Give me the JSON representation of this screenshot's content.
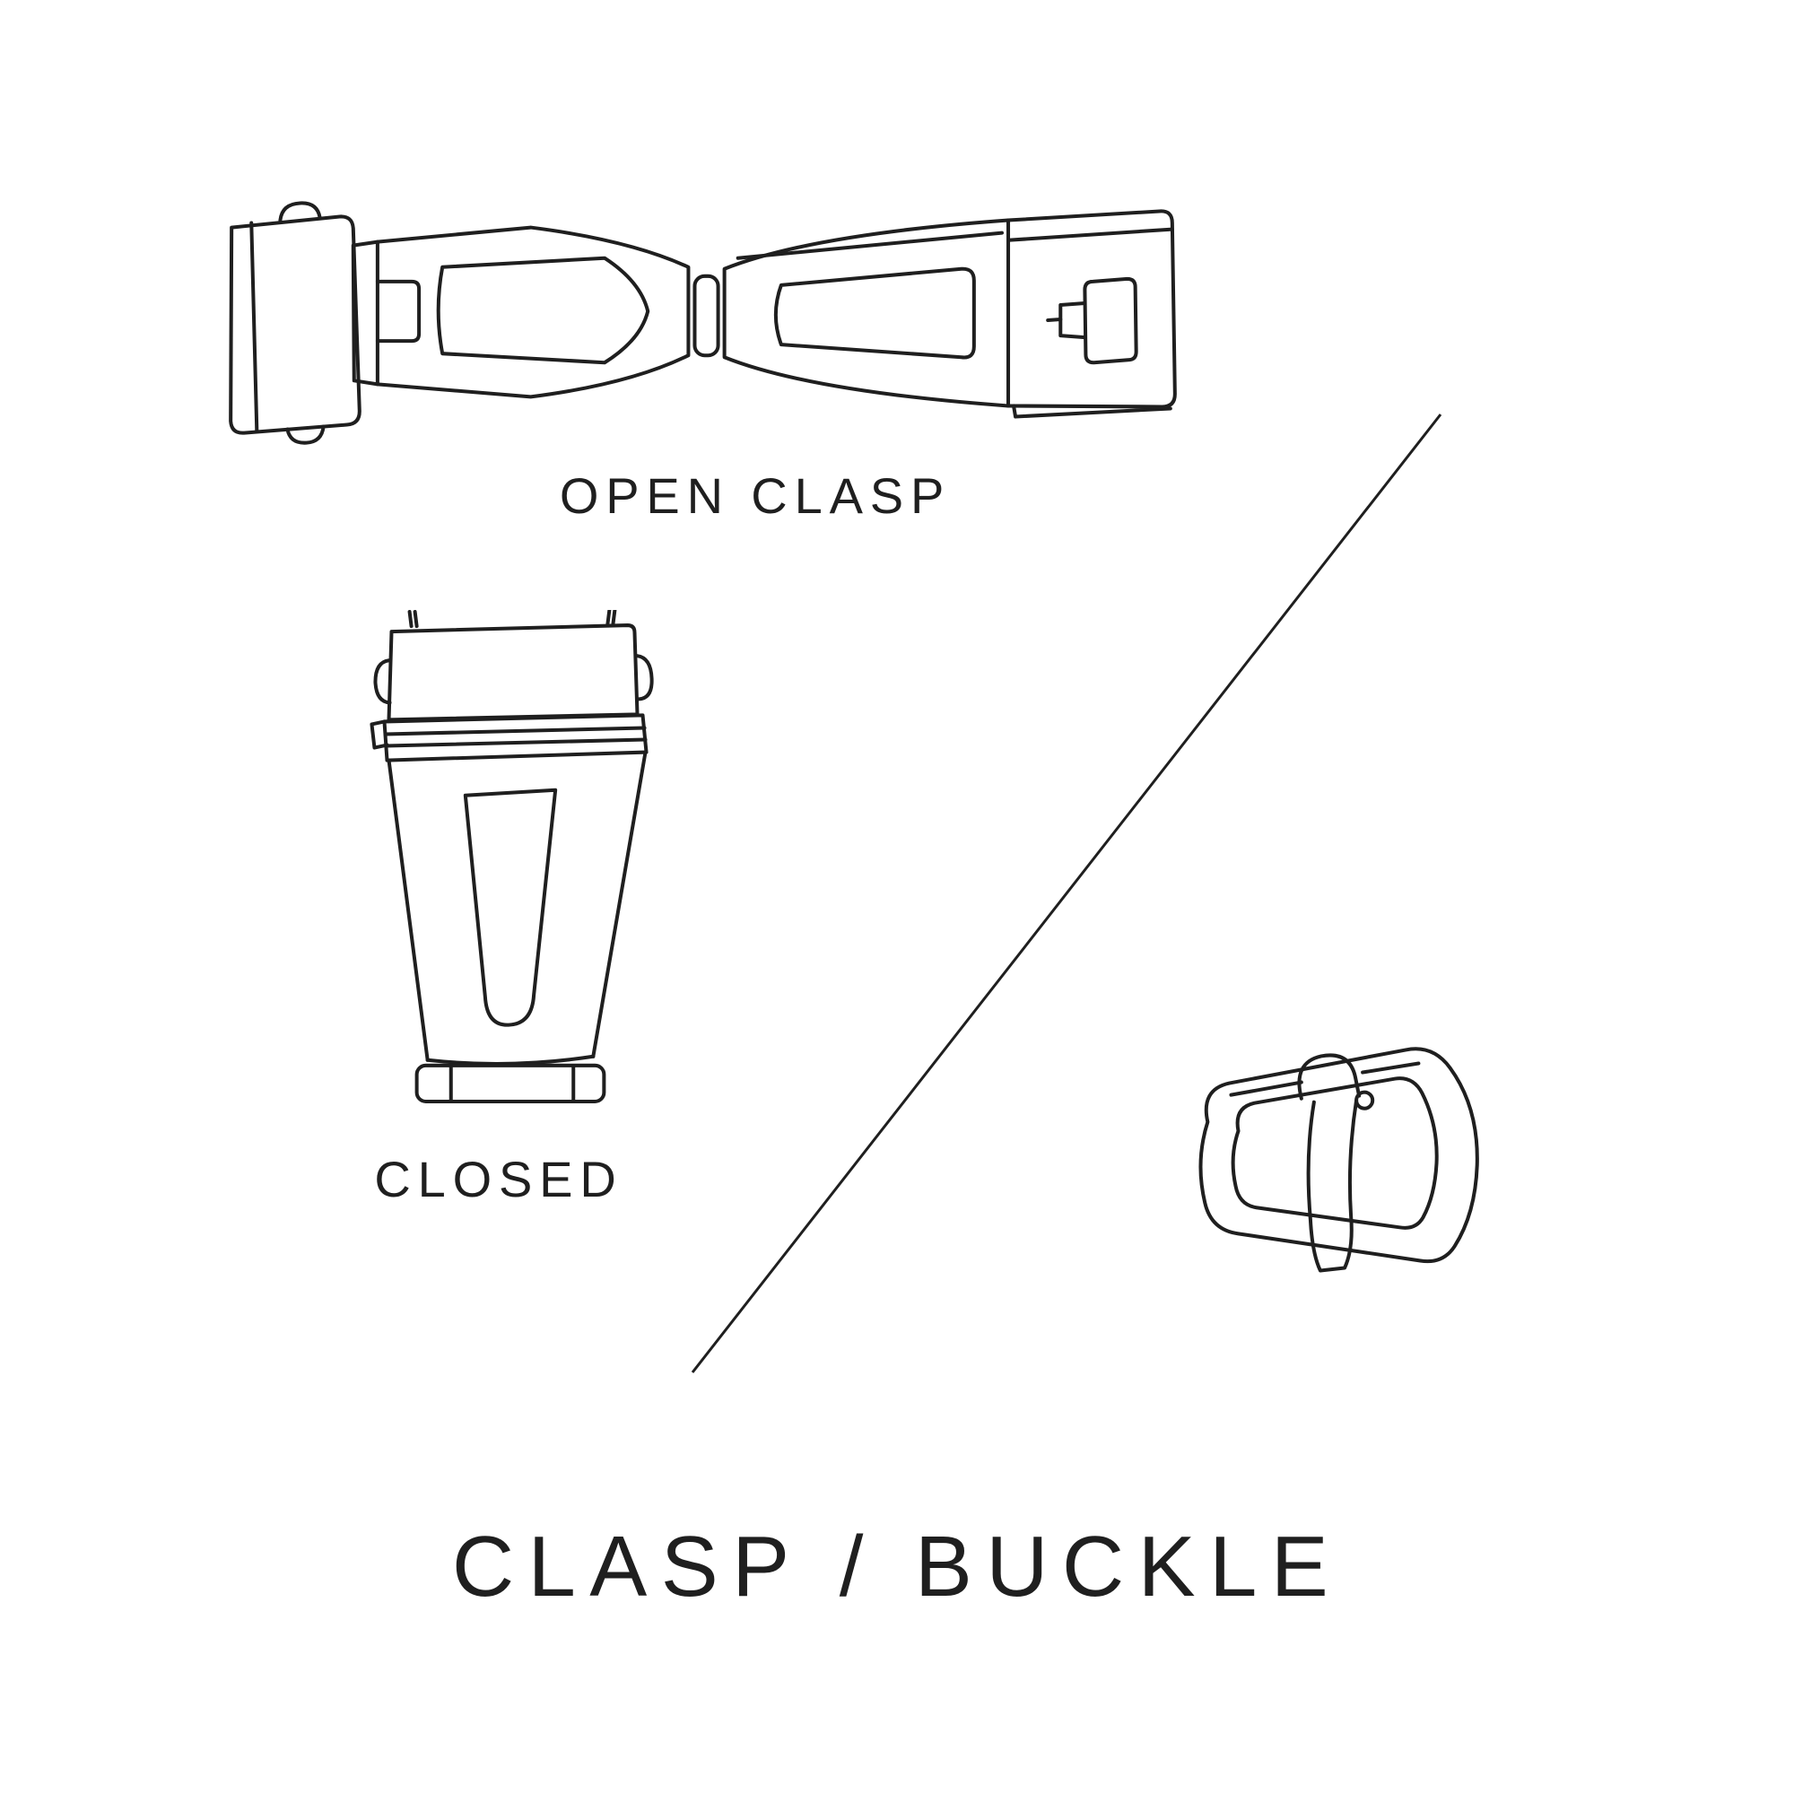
{
  "page": {
    "background_color": "#ffffff",
    "ink_color": "#1f1f1f"
  },
  "labels": {
    "open_clasp": "OPEN CLASP",
    "closed": "CLOSED",
    "title": "CLASP / BUCKLE"
  },
  "illustrations": [
    {
      "name": "open-clasp-illustration",
      "caption": "OPEN CLASP"
    },
    {
      "name": "closed-clasp-illustration",
      "caption": "CLOSED"
    },
    {
      "name": "tang-buckle-illustration",
      "caption": ""
    }
  ]
}
